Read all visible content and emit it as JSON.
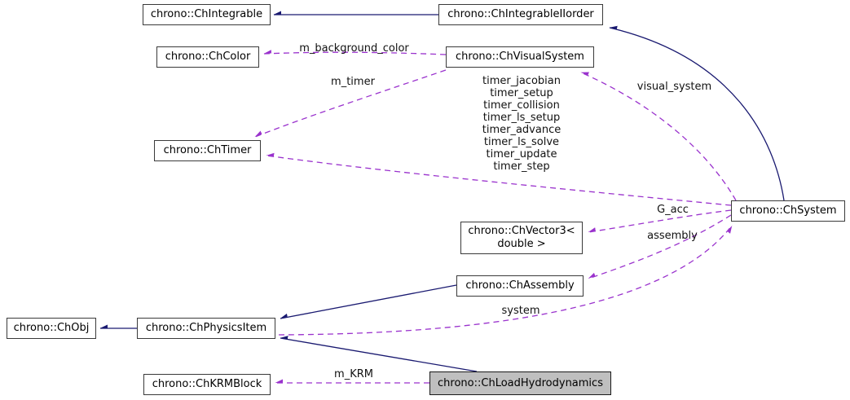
{
  "diagram": {
    "type": "collaboration-graph",
    "colors": {
      "inheritance_edge": "#191970",
      "usage_edge": "#9a32cd",
      "node_border": "#3a3a3a",
      "node_fill": "#ffffff",
      "highlight_node_fill": "#bfbfbf",
      "background": "#ffffff"
    },
    "nodes": [
      {
        "label": "chrono::ChIntegrable"
      },
      {
        "label": "chrono::ChIntegrableIIorder"
      },
      {
        "label": "chrono::ChColor"
      },
      {
        "label": "chrono::ChVisualSystem"
      },
      {
        "label": "chrono::ChTimer"
      },
      {
        "label": "chrono::ChSystem"
      },
      {
        "label": "chrono::ChVector3<\ndouble >"
      },
      {
        "label": "chrono::ChAssembly"
      },
      {
        "label": "chrono::ChObj"
      },
      {
        "label": "chrono::ChPhysicsItem"
      },
      {
        "label": "chrono::ChKRMBlock"
      },
      {
        "label": "chrono::ChLoadHydrodynamics",
        "highlight": true
      }
    ],
    "edges": [
      {
        "from": "chrono::ChIntegrableIIorder",
        "to": "chrono::ChIntegrable",
        "type": "inheritance",
        "label": ""
      },
      {
        "from": "chrono::ChSystem",
        "to": "chrono::ChIntegrableIIorder",
        "type": "inheritance",
        "label": ""
      },
      {
        "from": "chrono::ChVisualSystem",
        "to": "chrono::ChColor",
        "type": "usage",
        "label": "m_background_color"
      },
      {
        "from": "chrono::ChVisualSystem",
        "to": "chrono::ChTimer",
        "type": "usage",
        "label": "m_timer"
      },
      {
        "from": "chrono::ChSystem",
        "to": "chrono::ChTimer",
        "type": "usage",
        "label": "timer_jacobian\ntimer_setup\ntimer_collision\ntimer_ls_setup\ntimer_advance\ntimer_ls_solve\ntimer_update\ntimer_step"
      },
      {
        "from": "chrono::ChSystem",
        "to": "chrono::ChVisualSystem",
        "type": "usage",
        "label": "visual_system"
      },
      {
        "from": "chrono::ChSystem",
        "to": "chrono::ChVector3< double >",
        "type": "usage",
        "label": "G_acc"
      },
      {
        "from": "chrono::ChSystem",
        "to": "chrono::ChAssembly",
        "type": "usage",
        "label": "assembly"
      },
      {
        "from": "chrono::ChPhysicsItem",
        "to": "chrono::ChSystem",
        "type": "usage",
        "label": "system"
      },
      {
        "from": "chrono::ChAssembly",
        "to": "chrono::ChPhysicsItem",
        "type": "inheritance",
        "label": ""
      },
      {
        "from": "chrono::ChPhysicsItem",
        "to": "chrono::ChObj",
        "type": "inheritance",
        "label": ""
      },
      {
        "from": "chrono::ChLoadHydrodynamics",
        "to": "chrono::ChPhysicsItem",
        "type": "inheritance",
        "label": ""
      },
      {
        "from": "chrono::ChLoadHydrodynamics",
        "to": "chrono::ChKRMBlock",
        "type": "usage",
        "label": "m_KRM"
      }
    ]
  }
}
